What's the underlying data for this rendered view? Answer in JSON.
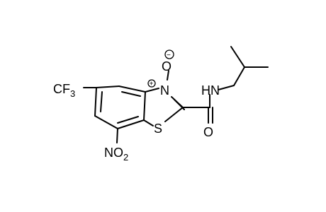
{
  "molecule": {
    "atoms": {
      "cf3_main": "CF",
      "cf3_sub": "3",
      "n_ring": "N",
      "o_oxide": "O",
      "nh": "HN",
      "s_ring": "S",
      "o_carbonyl": "O",
      "no2_main": "NO",
      "no2_sub": "2"
    },
    "charges": {
      "n_plus": "+",
      "o_minus": "−"
    }
  }
}
